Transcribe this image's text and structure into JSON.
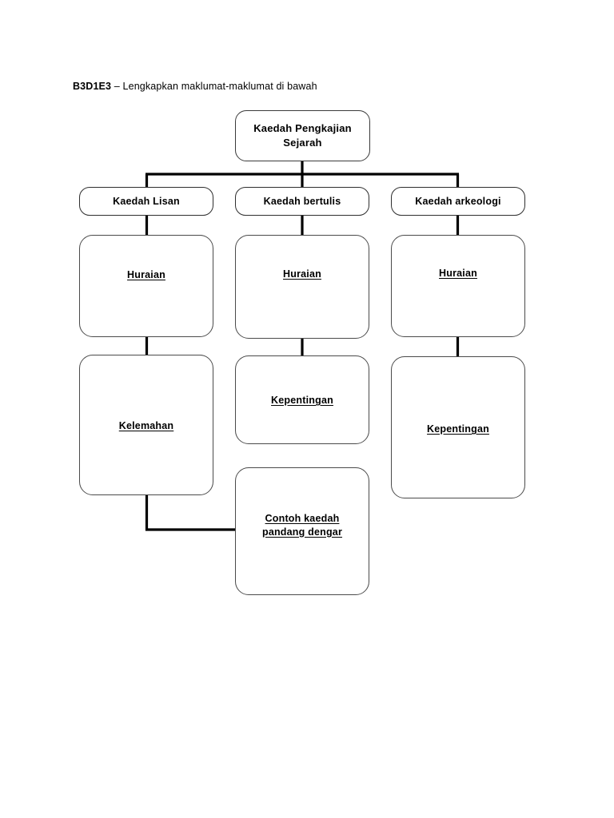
{
  "heading": {
    "code": "B3D1E3",
    "rest": " – Lengkapkan  maklumat-maklumat di bawah"
  },
  "diagram": {
    "type": "tree-organigram",
    "line_color": "#000000",
    "box_border_color": "#4a4a4a",
    "background": "#ffffff",
    "root": {
      "label": "Kaedah Pengkajian\nSejarah"
    },
    "branches": [
      {
        "category": "Kaedah Lisan",
        "nodes": [
          {
            "label": "Huraian"
          },
          {
            "label": "Kelemahan"
          }
        ]
      },
      {
        "category": "Kaedah bertulis",
        "nodes": [
          {
            "label": "Huraian"
          },
          {
            "label": "Kepentingan"
          },
          {
            "label": "Contoh kaedah\npandang dengar"
          }
        ]
      },
      {
        "category": "Kaedah arkeologi",
        "nodes": [
          {
            "label": "Huraian"
          },
          {
            "label": "Kepentingan"
          }
        ]
      }
    ]
  }
}
